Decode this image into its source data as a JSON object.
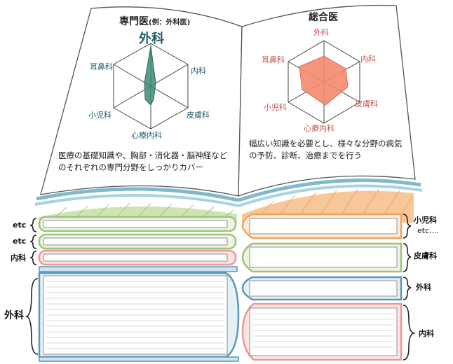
{
  "specialist": {
    "title": "専門医",
    "title_note": "(例：外科医)",
    "radar_labels": {
      "top": "外科",
      "upper_right": "内科",
      "lower_right": "皮膚科",
      "bottom": "心療内科",
      "lower_left": "小児科",
      "upper_left": "耳鼻科"
    },
    "description": "医療の基礎知識や、胸部・消化器・脳神経などのそれぞれの専門分野をしっかりカバー"
  },
  "general": {
    "title": "総合医",
    "radar_labels": {
      "top": "外科",
      "upper_right": "内科",
      "lower_right": "皮膚科",
      "bottom": "心療内科",
      "lower_left": "小児科",
      "upper_left": "耳鼻科"
    },
    "description": "幅広い知識を必要とし、様々な分野の病気の予防、診断、治療までを行う"
  },
  "left_stack": {
    "labels": [
      "etc",
      "etc",
      "内科",
      "外科"
    ]
  },
  "right_stack": {
    "labels": [
      "小児科",
      "etc....",
      "皮膚科",
      "外科",
      "内科"
    ]
  },
  "colors": {
    "teal": "#3e8a78",
    "green": "#9ec27a",
    "pink": "#e89a92",
    "blue": "#5a98b8",
    "orange": "#f2a25e",
    "radar_fill_right": "#f48a6e"
  }
}
